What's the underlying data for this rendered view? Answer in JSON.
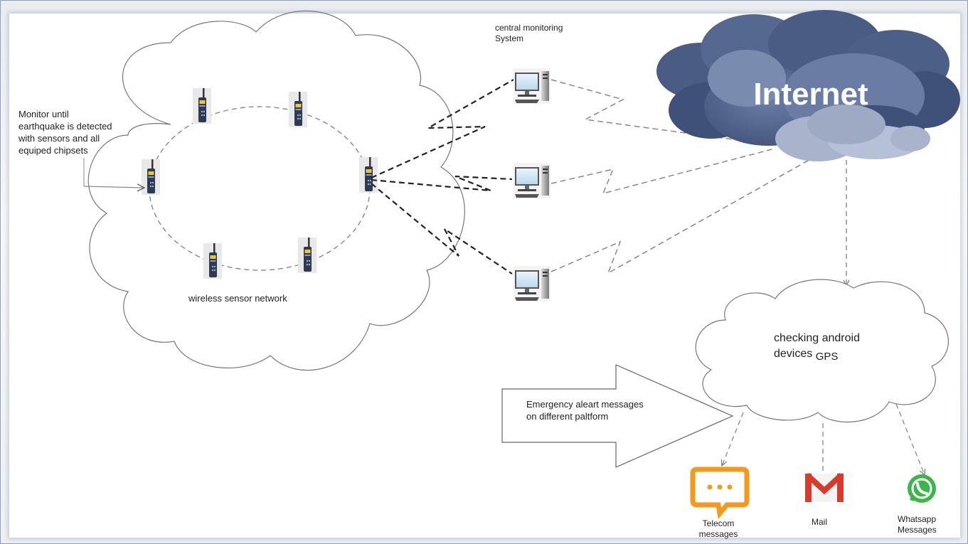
{
  "labels": {
    "monitor_text": [
      "Monitor until",
      "earthquake is detected",
      "with sensors and all",
      "equiped chipsets"
    ],
    "wsn": "wireless sensor network",
    "central_line1": "central monitoring",
    "central_line2": "System",
    "internet": "Internet",
    "gps_line1": "checking android",
    "gps_line2": "devices",
    "gps_line2b": "GPS",
    "alert_line1": "Emergency aleart messages",
    "alert_line2": "on different paltform",
    "telecom_line1": "Telecom",
    "telecom_line2": "messages",
    "mail": "Mail",
    "whatsapp_line1": "Whatsapp",
    "whatsapp_line2": "Messages"
  },
  "icons": {
    "sensor": "walkie-talkie-icon",
    "computer": "desktop-computer-icon",
    "internet": "internet-cloud-icon",
    "telecom": "chat-bubble-icon",
    "mail": "gmail-icon",
    "whatsapp": "whatsapp-icon"
  },
  "colors": {
    "cloud_dark": "#4c5f86",
    "cloud_light": "#a9b4cc",
    "telecom": "#f39a1e",
    "mail_red": "#d83b2c",
    "whatsapp_green": "#3cb64a"
  }
}
